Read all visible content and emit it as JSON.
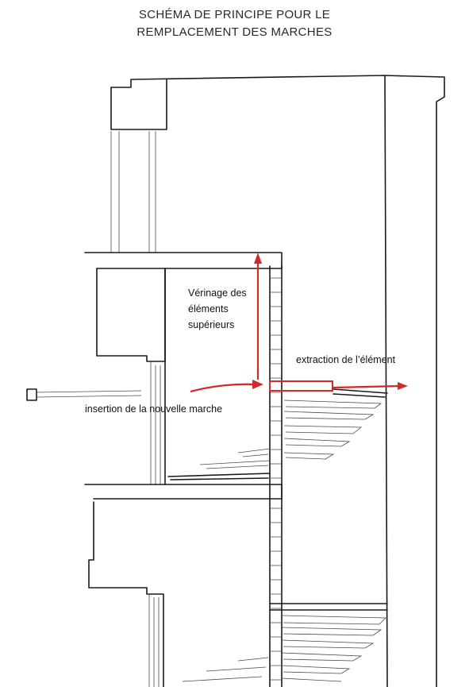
{
  "title": {
    "line1": "SCHÉMA DE PRINCIPE POUR LE",
    "line2": "REMPLACEMENT DES MARCHES"
  },
  "labels": {
    "verinage_line1": "Vérinage des",
    "verinage_line2": "éléments",
    "verinage_line3": "supérieurs",
    "extraction": "extraction de l’élément",
    "insertion": "insertion de la nouvelle marche"
  },
  "colors": {
    "annotation": "#d12a2a",
    "drawing": "#1a1a1a"
  }
}
